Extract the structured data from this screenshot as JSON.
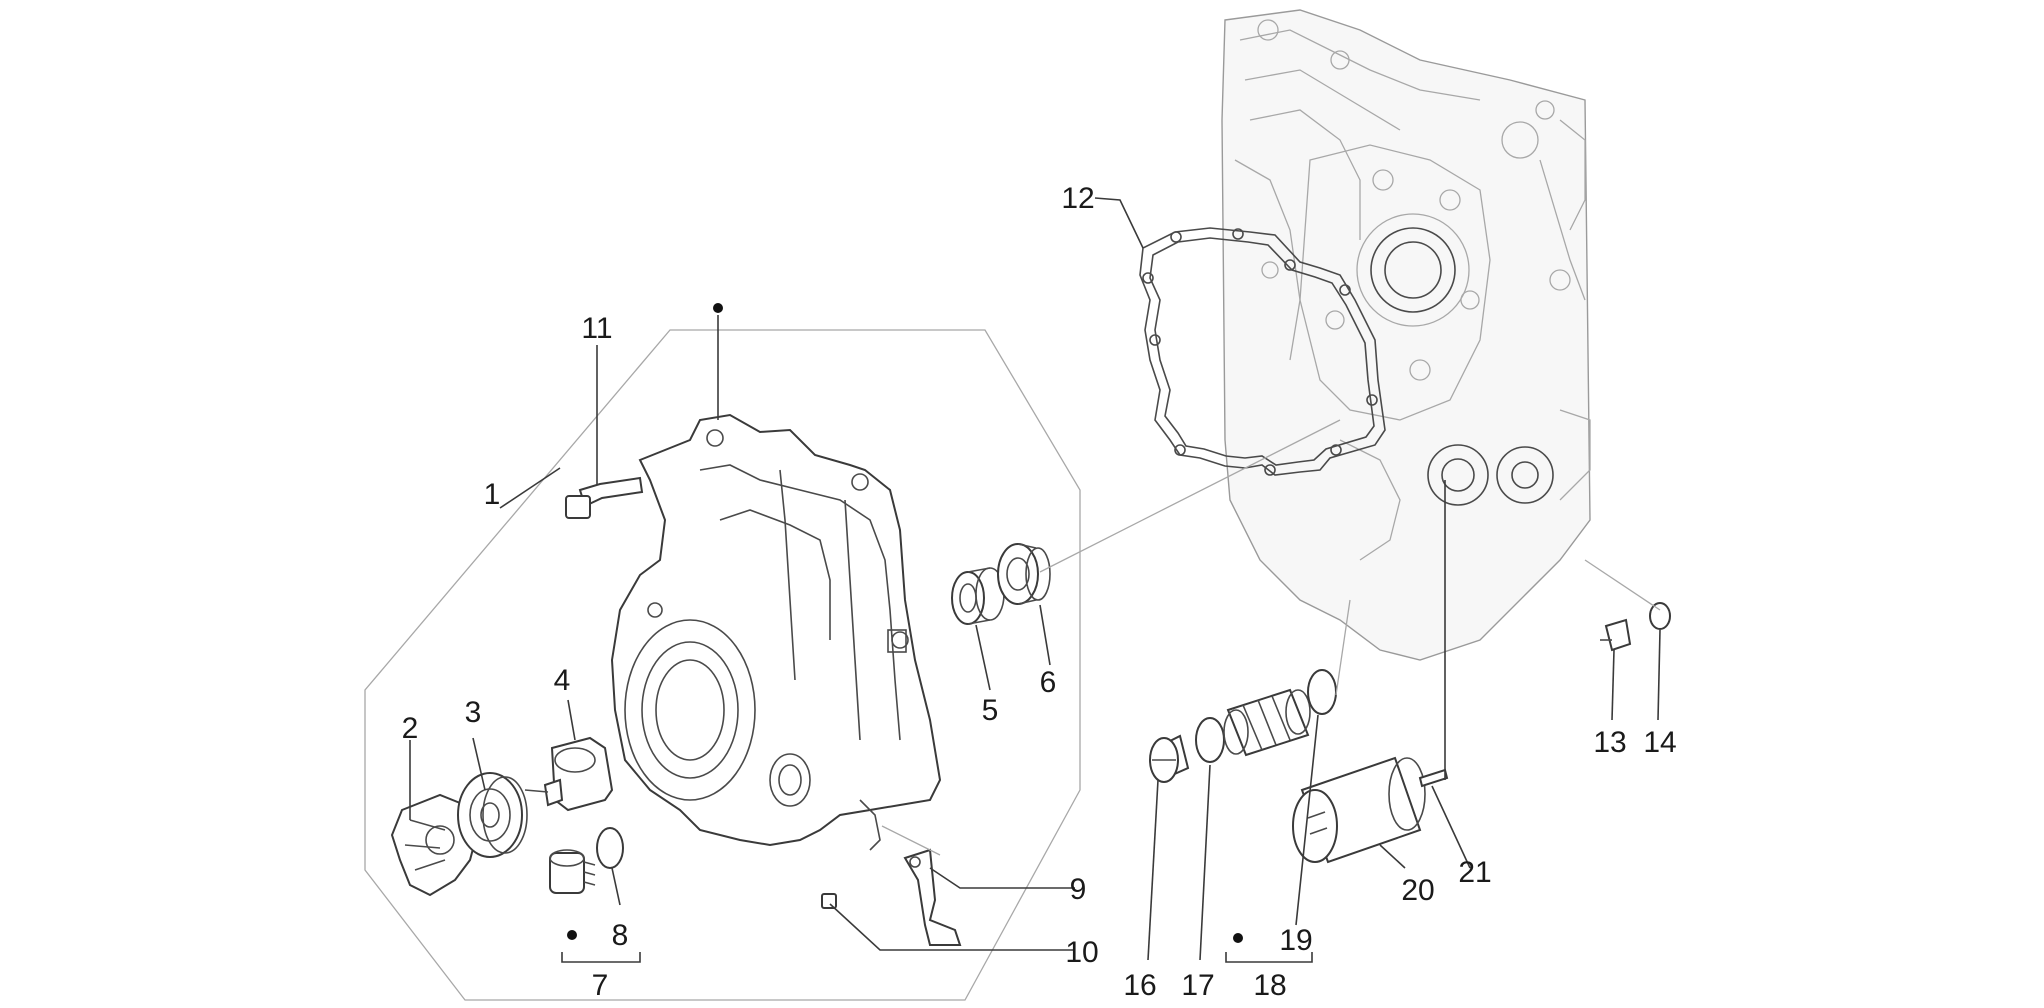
{
  "labels": {
    "l1": "1",
    "l2": "2",
    "l3": "3",
    "l4": "4",
    "l5": "5",
    "l6": "6",
    "l7": "7",
    "l8": "8",
    "l9": "9",
    "l10": "10",
    "l11": "11",
    "l12": "12",
    "l13": "13",
    "l14": "14",
    "l16": "16",
    "l17": "17",
    "l18": "18",
    "l19": "19",
    "l20": "20",
    "l21": "21"
  }
}
